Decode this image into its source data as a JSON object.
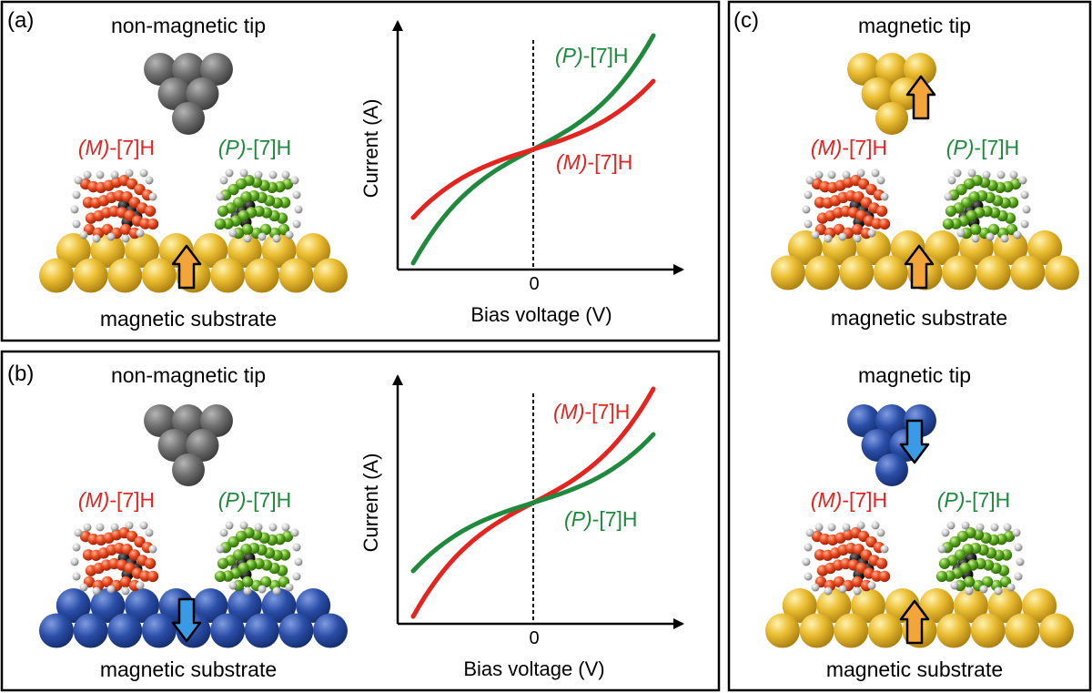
{
  "colors": {
    "red": "#e3241f",
    "green": "#1f8a3e",
    "gold": "#e9b930",
    "grey": "#6f6f6f",
    "blue": "#2b4ea8",
    "arrow_orange": "#f3a53a",
    "arrow_blue": "#3a9ae6"
  },
  "panel_a": {
    "tag": "(a)",
    "tip_label": "non-magnetic tip",
    "substrate_label": "magnetic substrate",
    "mol_left_prefix": "(M)",
    "mol_left_suffix": "-[7]H",
    "mol_right_prefix": "(P)",
    "mol_right_suffix": "-[7]H",
    "substrate_color": "gold",
    "spin_arrow": "up-arrow-icon"
  },
  "panel_b": {
    "tag": "(b)",
    "tip_label": "non-magnetic tip",
    "substrate_label": "magnetic substrate",
    "mol_left_prefix": "(M)",
    "mol_left_suffix": "-[7]H",
    "mol_right_prefix": "(P)",
    "mol_right_suffix": "-[7]H",
    "substrate_color": "blue",
    "spin_arrow": "down-arrow-icon"
  },
  "panel_c": {
    "tag": "(c)",
    "top": {
      "tip_label": "magnetic tip",
      "substrate_label": "magnetic substrate",
      "mol_left_prefix": "(M)",
      "mol_left_suffix": "-[7]H",
      "mol_right_prefix": "(P)",
      "mol_right_suffix": "-[7]H",
      "tip_color": "gold",
      "tip_arrow": "up-arrow-icon"
    },
    "bottom": {
      "tip_label": "magnetic tip",
      "substrate_label": "magnetic substrate",
      "mol_left_prefix": "(M)",
      "mol_left_suffix": "-[7]H",
      "mol_right_prefix": "(P)",
      "mol_right_suffix": "-[7]H",
      "tip_color": "blue",
      "tip_arrow": "down-arrow-icon"
    }
  },
  "chart_data": [
    {
      "type": "line",
      "panel": "a",
      "xlabel": "Bias voltage (V)",
      "ylabel": "Current (A)",
      "x_tick": "0",
      "series": [
        {
          "name": "(P)-[7]H",
          "color": "green",
          "shape": "steep"
        },
        {
          "name": "(M)-[7]H",
          "color": "red",
          "shape": "shallow"
        }
      ]
    },
    {
      "type": "line",
      "panel": "b",
      "xlabel": "Bias voltage (V)",
      "ylabel": "Current (A)",
      "x_tick": "0",
      "series": [
        {
          "name": "(M)-[7]H",
          "color": "red",
          "shape": "steep"
        },
        {
          "name": "(P)-[7]H",
          "color": "green",
          "shape": "shallow"
        }
      ]
    }
  ]
}
